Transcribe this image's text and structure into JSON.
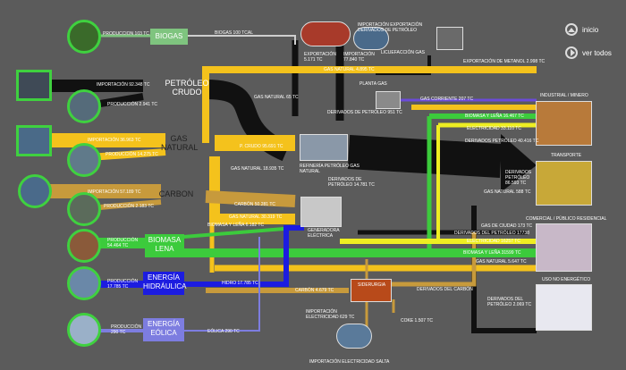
{
  "nav": {
    "inicio": "inicio",
    "ver_todos": "ver todos"
  },
  "nodes": {
    "biogas": "BIOGAS",
    "petroleo": "PETRÓLEO\nCRUDO",
    "gas_natural": "GAS\nNATURAL",
    "carbon": "CARBON",
    "biomasa": "BIOMASA\nLENA",
    "hidraulica": "ENERGÍA\nHIDRÁULICA",
    "eolica": "ENERGÍA\nEÓLICA"
  },
  "labels": {
    "prod_biogas": "PRODUCCION 103 TC",
    "biogas_100": "BIOGAS 100 TCAL",
    "import_export_title": "IMPORTACIÓN EXPORTACIÓN\nDERIVADOS DE PETRÓLEO",
    "exportacion": "EXPORTACIÓN\n5.171 TC",
    "importacion": "IMPORTACIÓN\n77.840 TC",
    "licuefaccion": "LICUEFACCIÓN GAS",
    "export_metanol": "EXPORTACIÓN DE METANOL 2.998 TC",
    "gas_natural_4895": "GAS NATURAL 4.895 TC",
    "planta_gas": "PLANTA GAS",
    "gas_corriente": "GAS CORRIENTE 207 TC",
    "import_petroleo": "IMPORTACIÓN 92.348 TC",
    "prod_petroleo": "PRODUCCIÓN 2.941 TC",
    "gas_natural_pet": "GAS NATURAL 65 TC",
    "derivados_951": "DERIVADOS DE PETRÓLEO 951 TC",
    "biomasa_leña": "BIOMASA Y LEÑA 16.467 TC",
    "electricidad_331": "ELECTRICIDAD 33.110 TC",
    "derivados_40416": "DERIVADOS PETRÓLEO 40.416 TC",
    "import_gas": "IMPORTACIÓN 36.963 TC",
    "prod_gas": "PRODUCCIÓN 14.275 TC",
    "p_crudo": "P. CRUDO 95.691 TC",
    "refineria": "REFINERÍA PETRÓLEO GAS\nNATURAL",
    "gas_natural_18": "GAS NATURAL 18.935 TC",
    "derivados_14781": "DERIVADOS DE\nPETRÓLEO 14.781 TC",
    "derivados_petroleo_86": "DERIVADOS\nPETRÓLEO\n86.593 TC",
    "gas_natural_588": "GAS NATURAL 588 TC",
    "import_carbon": "IMPORTACIÓN 57.189 TC",
    "prod_carbon": "PRODUCCIÓN 2.183 TC",
    "carbon_50281": "CARBÓN 50.281 TC",
    "gas_natural_30": "GAS NATURAL 30.319 TC",
    "biomasa_6182": "BIOMASA Y LEÑA 6.182 TC",
    "generadora": "GENERADORA\nELÉCTRICA",
    "gas_ciudad": "GAS DE CIUDAD 173 TC",
    "derivados_17738": "DERIVADOS DEL PETRÓLEO 17738",
    "electricidad_16257": "ELECTRICIDAD 16257 TC",
    "biomasa_31599": "BIOMASA Y LEÑA 31599 TC",
    "gas_natural_5647": "GAS NATURAL 5.647 TC",
    "prod_biomasa": "PRODUCCIÓN\n54.464 TC",
    "prod_hidro": "PRODUCCIÓN\n17.785 TC",
    "hidro": "HIDRO 17.785 TC",
    "carbon_4679": "CARBÓN 4.679 TC",
    "siderurgia": "SIDERURGIA",
    "derivados_carbon": "DERIVADOS DEL CARBÓN",
    "derivados_2069": "DERIVADOS DEL\nPETRÓLEO 2.069 TC",
    "prod_eolica": "PRODUCCIÓN\n290 TC",
    "eolica_290": "EÓLICA 290 TC",
    "import_elec_629": "IMPORTACIÓN\nELECTRICIDAD 629 TC",
    "coke": "COKE 1.507 TC",
    "import_elec_salta": "IMPORTACIÓN ELECTRICIDAD SALTA",
    "industrial": "INDUSTRIAL / MINERO",
    "transporte": "TRANSPORTE",
    "comercial": "COMERCIAL / PÚBLICO RESIDENCIAL",
    "uso_no_energetico": "USO NO ENERGÉTICO"
  },
  "colors": {
    "petroleo": "#111111",
    "gas": "#f4c21c",
    "carbon": "#c79a3c",
    "biomasa": "#3ccb3c",
    "hidro": "#1c1ce0",
    "eolica": "#7d7de0",
    "biogas": "#7fc47f",
    "electricidad": "#eeee22",
    "frame": "#3fd13f"
  }
}
